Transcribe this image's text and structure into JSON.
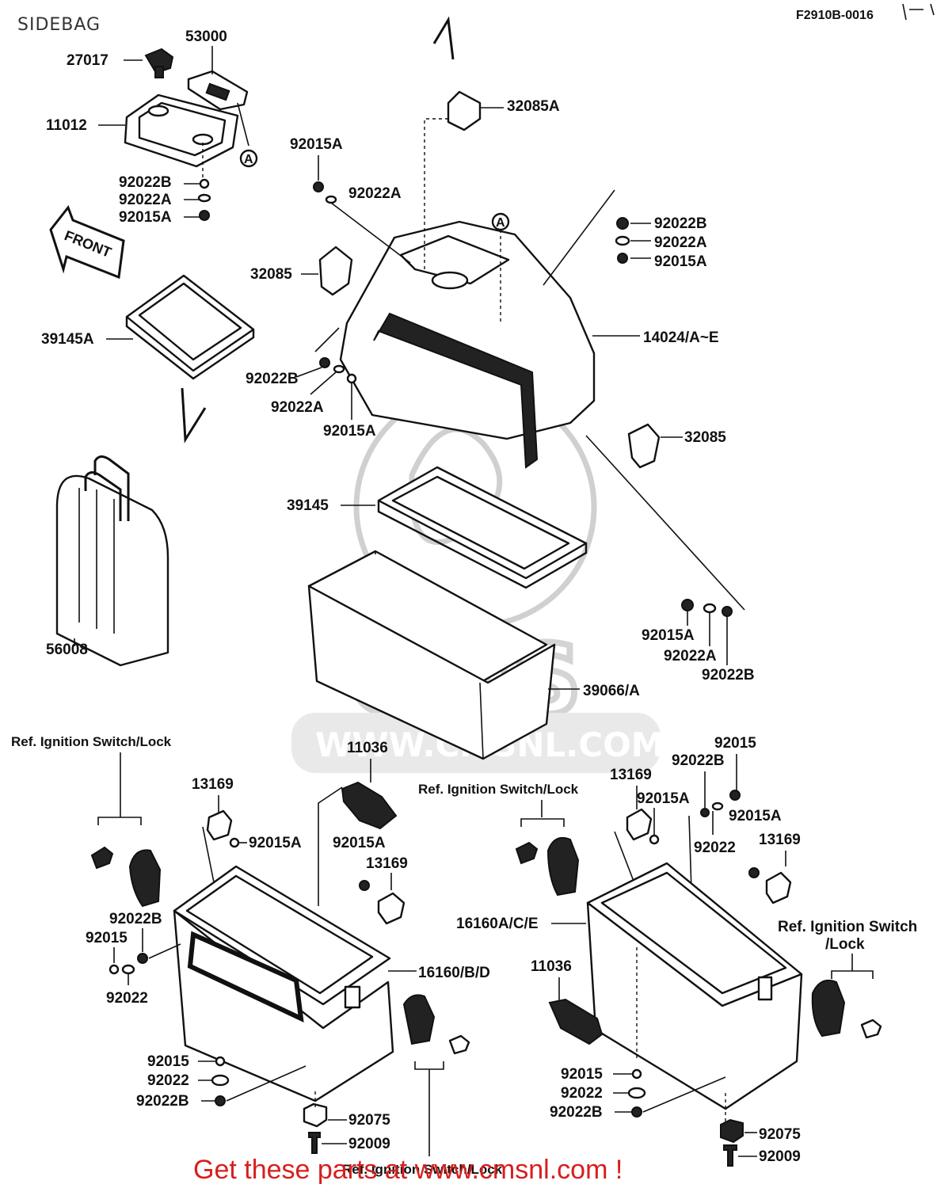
{
  "title": "SIDEBAG",
  "diagram_code": "F2910B-0016",
  "front_sign": "FRONT",
  "watermark": {
    "site": "WWW.CMSNL.COM",
    "logo": "CMS"
  },
  "footer": "Get these parts at www.cmsnl.com !",
  "labels": {
    "p27017": "27017",
    "p53000": "53000",
    "p11012": "11012",
    "p92022B_a": "92022B",
    "p92022A_a": "92022A",
    "p92015A_a": "92015A",
    "p39145A": "39145A",
    "p32085A": "32085A",
    "p92015A_b": "92015A",
    "p92022A_b": "92022A",
    "p92022B_r": "92022B",
    "p92022A_r": "92022A",
    "p92015A_r": "92015A",
    "p32085_l": "32085",
    "p14024": "14024/A~E",
    "p92022B_c": "92022B",
    "p92022A_c": "92022A",
    "p92015A_c": "92015A",
    "p32085_r": "32085",
    "p39145": "39145",
    "p56008": "56008",
    "p92015A_d": "92015A",
    "p92022A_d": "92022A",
    "p92022B_d": "92022B",
    "p39066": "39066/A",
    "ref_left": "Ref. Ignition Switch/Lock",
    "p11036_top": "11036",
    "p13169_l": "13169",
    "p92015A_l": "92015A",
    "p92015A_m": "92015A",
    "p13169_m": "13169",
    "p92022B_l": "92022B",
    "p92015_l": "92015",
    "p92022_l": "92022",
    "p16160BD": "16160/B/D",
    "p92015_lb": "92015",
    "p92022_lb": "92022",
    "p92022B_lb": "92022B",
    "p92075_l": "92075",
    "p92009_l": "92009",
    "ref_bottom": "Ref. Ignition Switch/Lock",
    "ref_mid": "Ref. Ignition Switch/Lock",
    "p13169_r": "13169",
    "p92015A_rr": "92015A",
    "p92015_r": "92015",
    "p92022B_rr": "92022B",
    "p92015A_r2": "92015A",
    "p92022_r": "92022",
    "p13169_r2": "13169",
    "ref_right_1": "Ref. Ignition Switch",
    "ref_right_2": "/Lock",
    "p16160ACE": "16160A/C/E",
    "p11036_r": "11036",
    "p92015_rb": "92015",
    "p92022_rb": "92022",
    "p92022B_rb": "92022B",
    "p92075_r": "92075",
    "p92009_r": "92009"
  }
}
